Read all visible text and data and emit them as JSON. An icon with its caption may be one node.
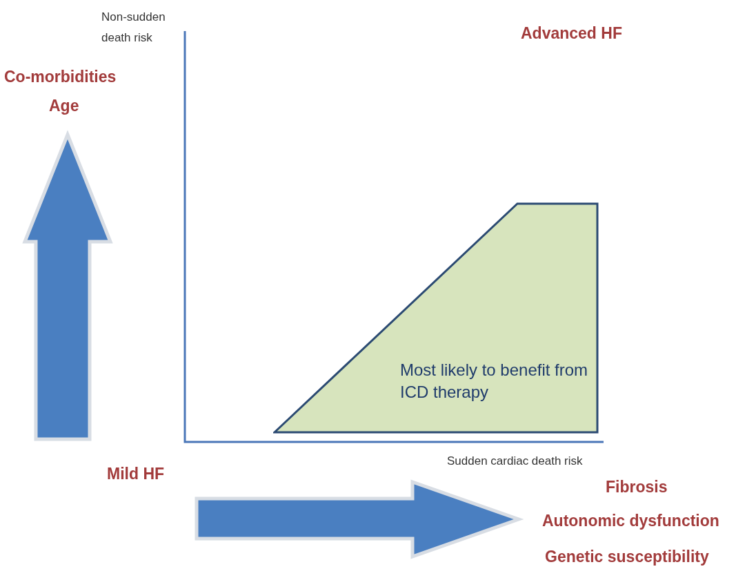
{
  "diagram": {
    "nodes": [
      {
        "text": [
          "Most likely to benefit from ICD therapy"
        ]
      }
    ],
    "labels": [
      "Non-sudden death risk",
      "Advanced HF",
      "Co-morbidities",
      "Age",
      "Mild HF",
      "Sudden cardiac death risk",
      "Fibrosis",
      "Autonomic dysfunction",
      "Genetic susceptibility"
    ]
  }
}
